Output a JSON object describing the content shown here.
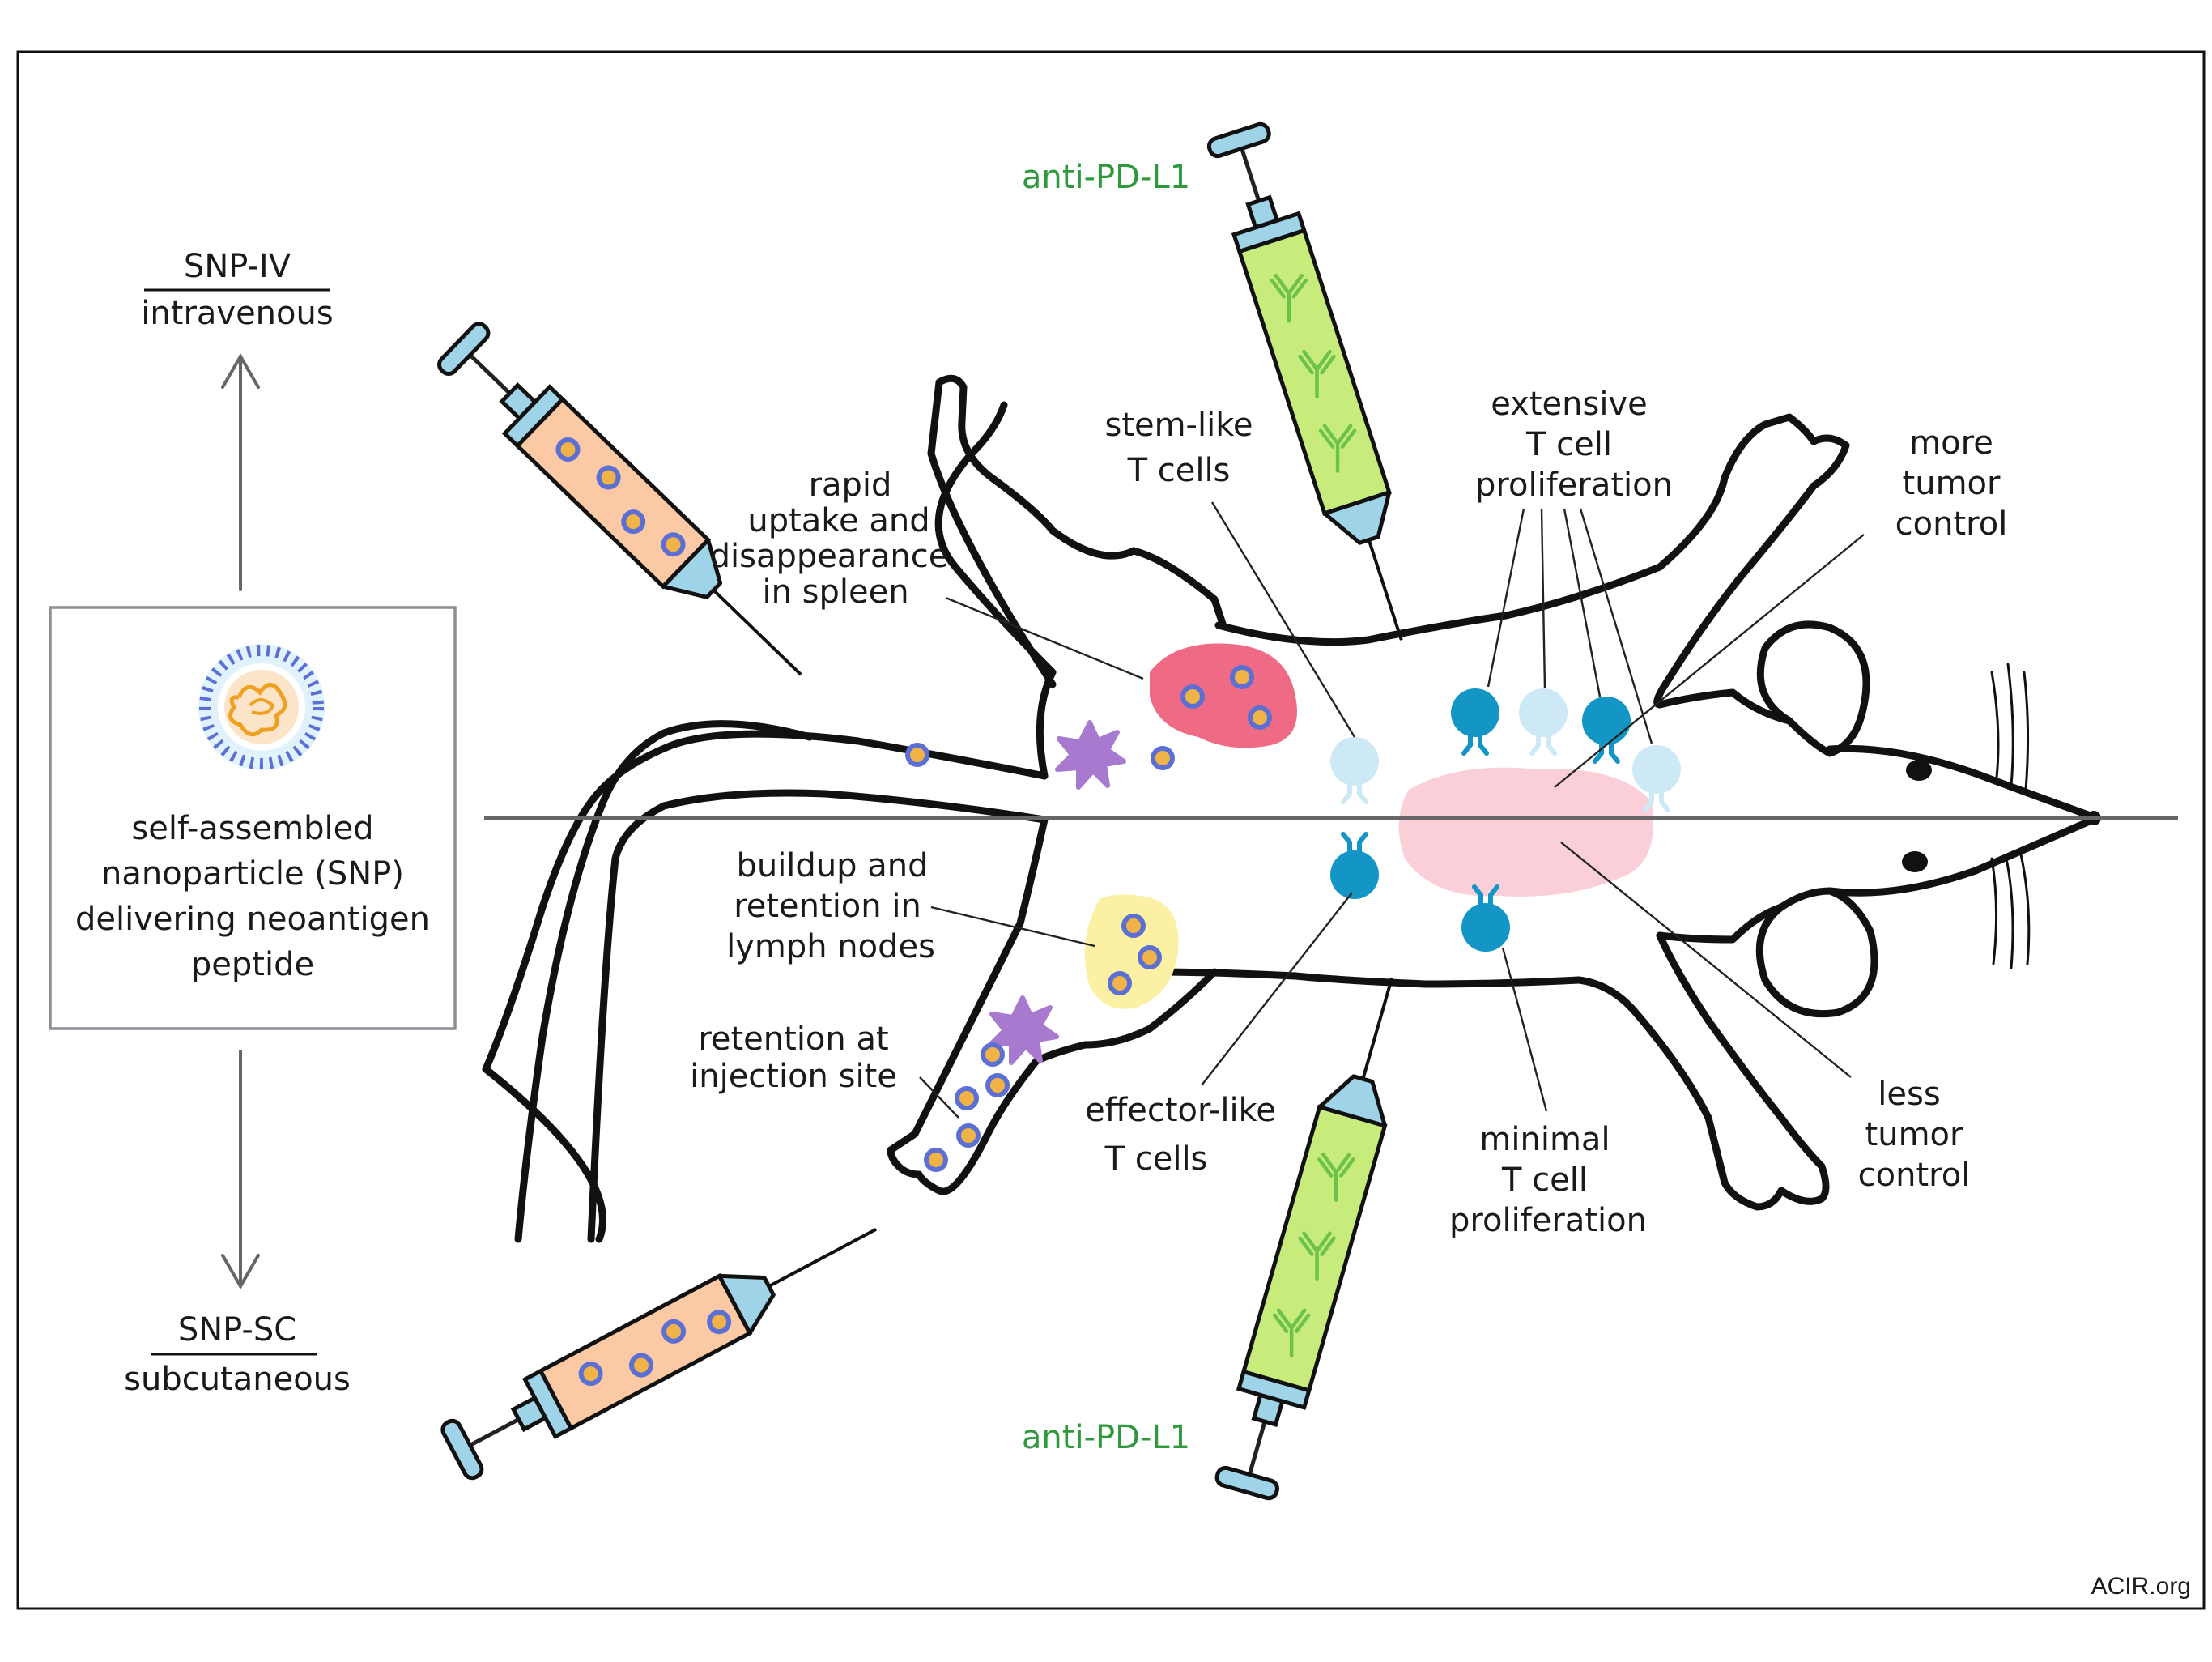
{
  "left_panel": {
    "top_title": "SNP-IV",
    "top_subtitle": "intravenous",
    "box_text": [
      "self-assembled",
      "nanoparticle (SNP)",
      "delivering neoantigen",
      "peptide"
    ],
    "bottom_title": "SNP-SC",
    "bottom_subtitle": "subcutaneous"
  },
  "labels": {
    "anti_top": "anti-PD-L1",
    "anti_bottom": "anti-PD-L1",
    "spleen": [
      "rapid",
      "uptake and",
      "disappearance",
      "in spleen"
    ],
    "stem": [
      "stem-like",
      "T cells"
    ],
    "extensive": [
      "extensive",
      "T cell",
      "proliferation"
    ],
    "more_control": [
      "more",
      "tumor",
      "control"
    ],
    "lymph": [
      "buildup and",
      "retention in",
      "lymph nodes"
    ],
    "injection": [
      "retention at",
      "injection site"
    ],
    "effector": [
      "effector-like",
      "T cells"
    ],
    "minimal": [
      "minimal",
      "T cell",
      "proliferation"
    ],
    "less_control": [
      "less",
      "tumor",
      "control"
    ]
  },
  "credit": "ACIR.org",
  "colors": {
    "syringe_snp": "#fbc9a4",
    "syringe_antibody": "#c8ec7c",
    "syringe_tip": "#9fd3e8",
    "antibody": "#6cc24a",
    "particle_ring": "#5b6fd4",
    "particle_core": "#f0b347",
    "spleen": "#ef6b85",
    "lymph_node": "#fbf0a4",
    "tumor": "#fbcfd8",
    "dendritic_cell": "#a77ad0",
    "t_cell_dark": "#1396c6",
    "t_cell_light": "#cde9f5",
    "label_green": "#2e9a3c"
  }
}
